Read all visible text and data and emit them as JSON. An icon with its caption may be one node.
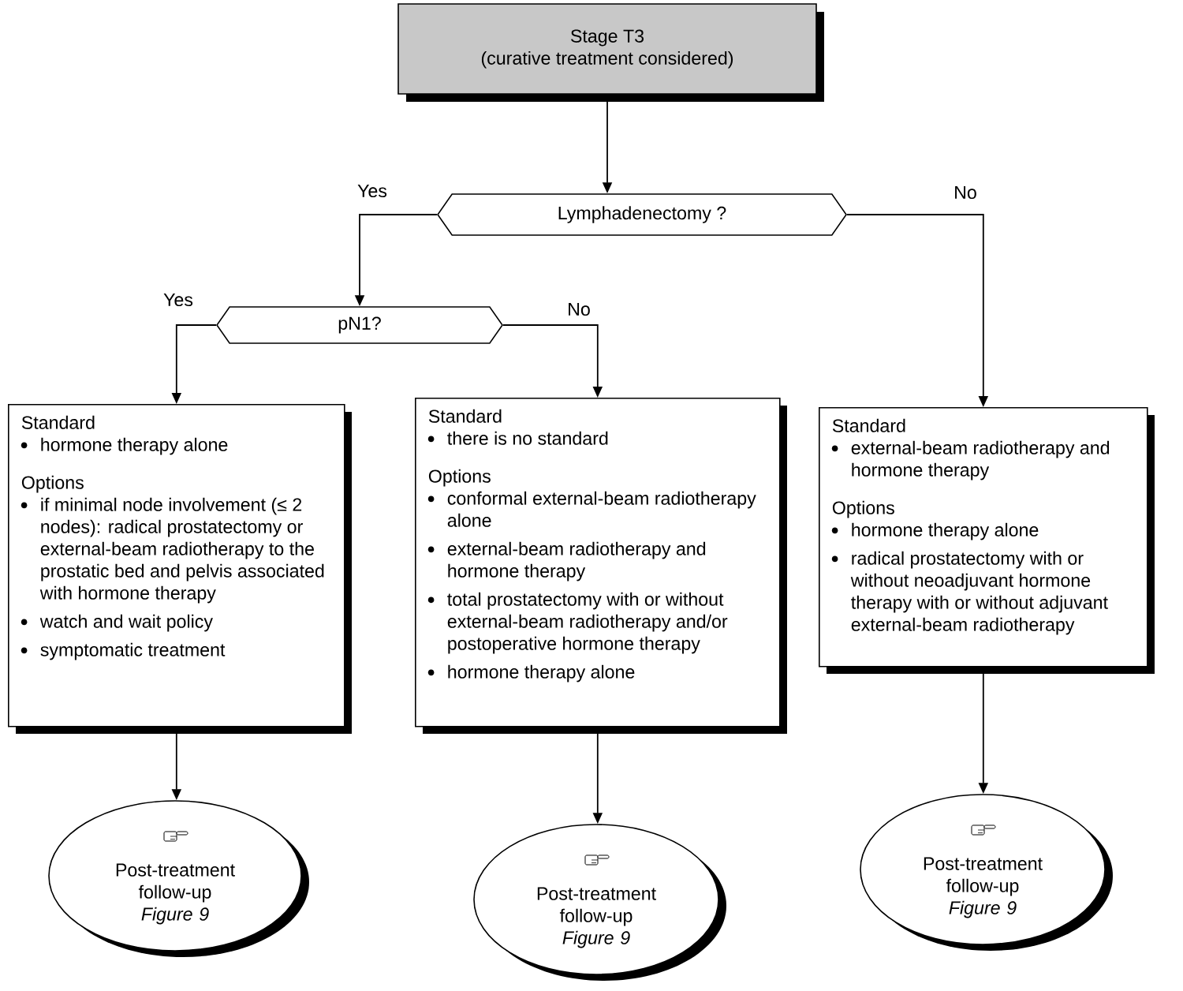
{
  "diagram": {
    "nodes": [
      {
        "text": [
          "Stage T3",
          "(curative treatment considered)"
        ]
      },
      {
        "text": [
          "Lymphadenectomy ?"
        ]
      },
      {
        "text": [
          "pN1?"
        ]
      },
      {
        "text": [
          "Standard",
          "hormone therapy alone",
          "Options",
          "if minimal node involvement (≤ 2 nodes): radical prostatectomy or external-beam radiotherapy to the prostatic bed and pelvis associated with hormone therapy",
          "watch and wait policy",
          "symptomatic treatment"
        ]
      },
      {
        "text": [
          "Standard",
          "there is no standard",
          "Options",
          "conformal external-beam radiotherapy alone",
          "external-beam radiotherapy and hormone therapy",
          "total prostatectomy with or without external-beam radiotherapy and/or postoperative hormone therapy",
          "hormone therapy alone"
        ]
      },
      {
        "text": [
          "Standard",
          "external-beam radiotherapy and hormone therapy",
          "Options",
          "hormone therapy alone",
          "radical prostatectomy with or without neoadjuvant hormone therapy with or without adjuvant external-beam radiotherapy"
        ]
      },
      {
        "text": [
          "Post-treatment follow-up",
          "Figure 9"
        ]
      },
      {
        "text": [
          "Post-treatment follow-up",
          "Figure 9"
        ]
      },
      {
        "text": [
          "Post-treatment follow-up",
          "Figure 9"
        ]
      }
    ],
    "edges": [
      {
        "from": 0,
        "to": 1,
        "arrow": "to"
      },
      {
        "from": 1,
        "to": 2,
        "arrow": "to",
        "label": "Yes"
      },
      {
        "from": 1,
        "to": 5,
        "arrow": "to",
        "label": "No"
      },
      {
        "from": 2,
        "to": 3,
        "arrow": "to",
        "label": "Yes"
      },
      {
        "from": 2,
        "to": 4,
        "arrow": "to",
        "label": "No"
      },
      {
        "from": 3,
        "to": 6,
        "arrow": "to"
      },
      {
        "from": 4,
        "to": 7,
        "arrow": "to"
      },
      {
        "from": 5,
        "to": 8,
        "arrow": "to"
      }
    ]
  }
}
